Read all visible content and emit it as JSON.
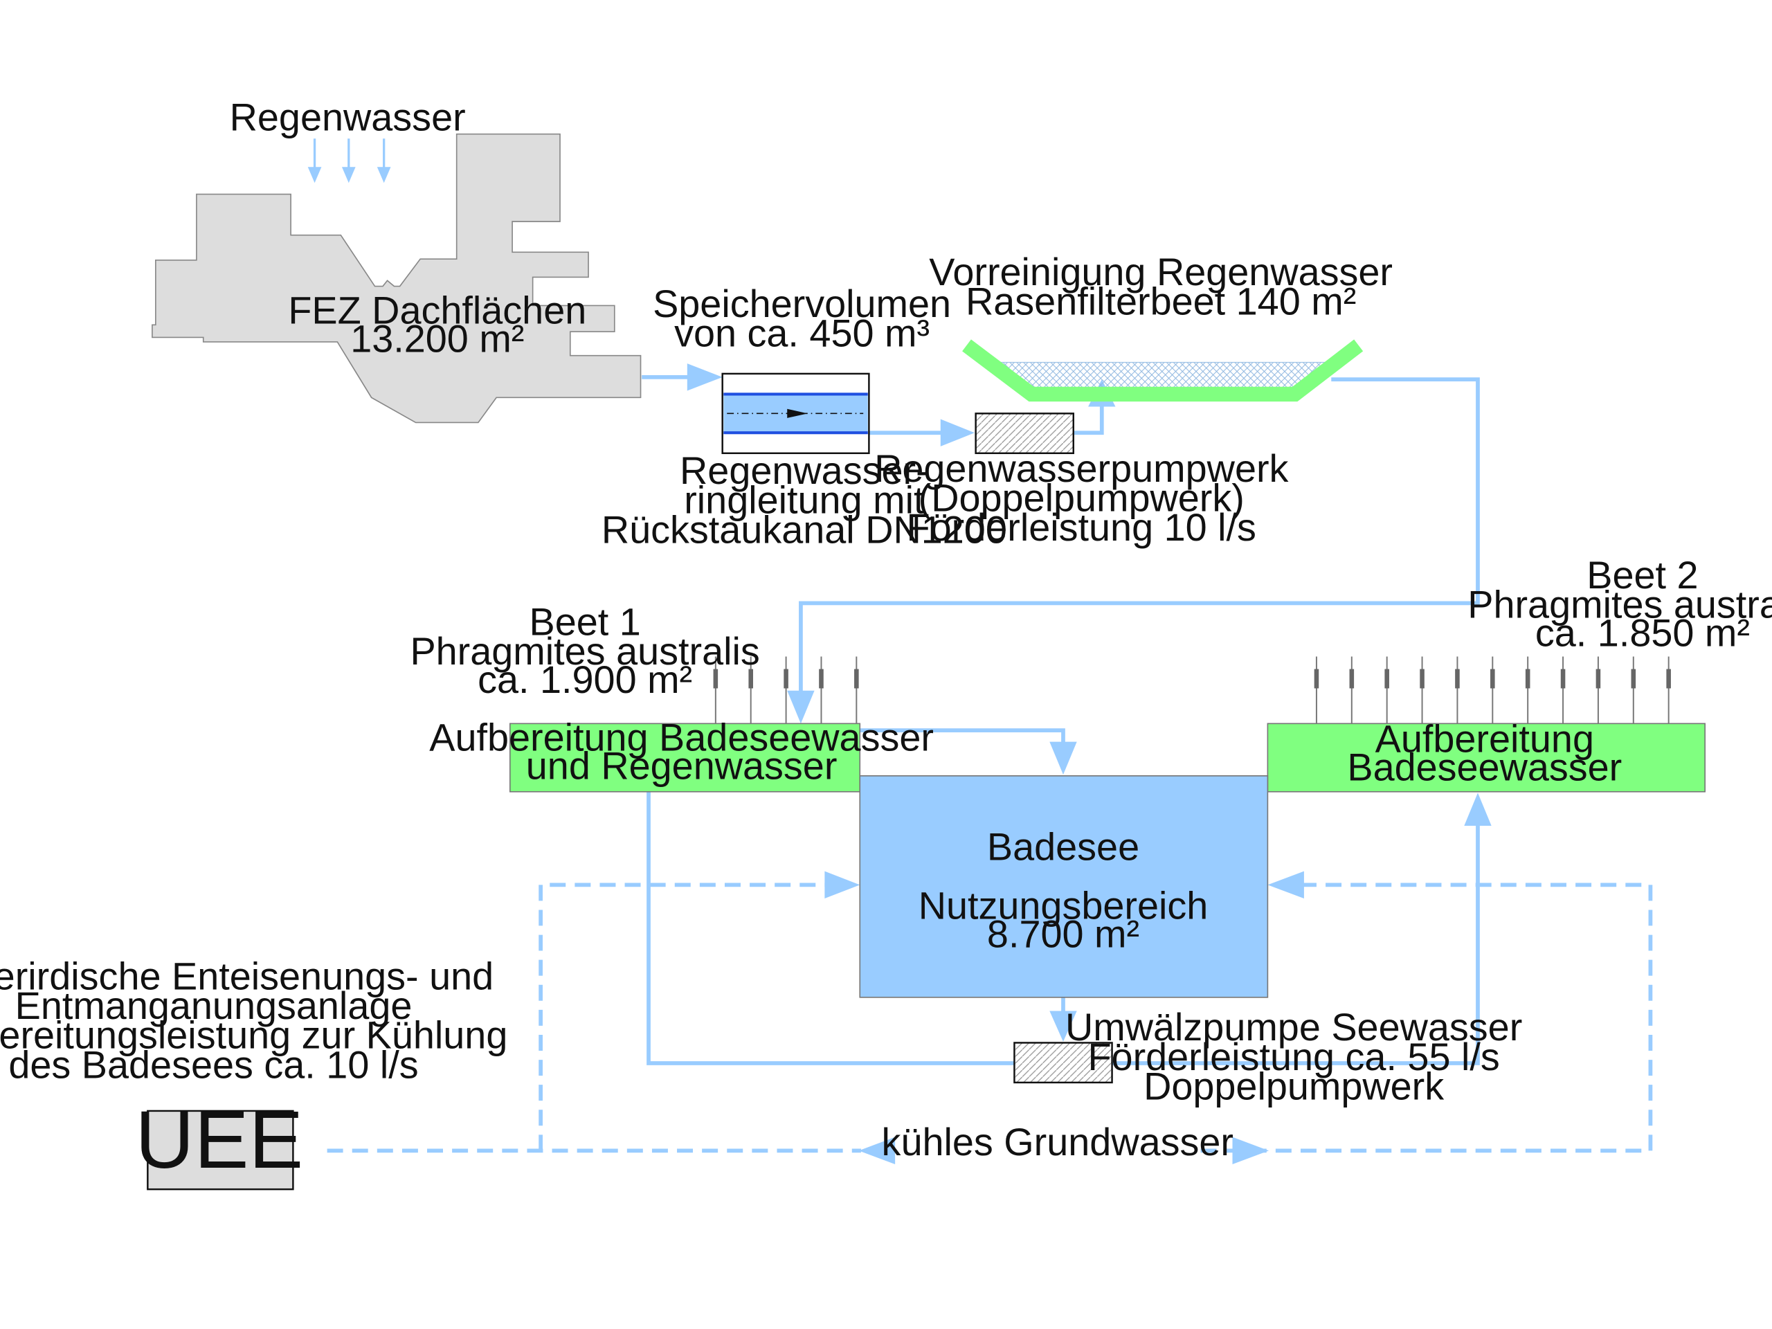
{
  "labels": {
    "regenwasser": "Regenwasser",
    "roof_line1": "FEZ Dachflächen",
    "roof_line2": "13.200 m²",
    "storage_line1": "Speichervolumen",
    "storage_line2": "von ca. 450 m³",
    "pipe_line1": "Regenwasser-",
    "pipe_line2": "ringleitung mit",
    "pipe_line3": "Rückstaukanal DN1200",
    "prefilter_line1": "Vorreinigung Regenwasser",
    "prefilter_line2": "Rasenfilterbeet 140 m²",
    "pump1_line1": "Regenwasserpumpwerk",
    "pump1_line2": "(Doppelpumpwerk)",
    "pump1_line3": "Förderleistung 10 l/s",
    "bed1_line1": "Beet 1",
    "bed1_line2": "Phragmites australis",
    "bed1_line3": "ca. 1.900 m²",
    "bed2_line1": "Beet 2",
    "bed2_line2": "Phragmites australis",
    "bed2_line3": "ca. 1.850 m²",
    "treat1_line1": "Aufbereitung Badeseewasser",
    "treat1_line2": "und Regenwasser",
    "treat2_line1": "Aufbereitung",
    "treat2_line2": "Badeseewasser",
    "lake_line1": "Badesee",
    "lake_line2": "Nutzungsbereich",
    "lake_line3": "8.700 m²",
    "pump2_line1": "Umwälzpumpe Seewasser",
    "pump2_line2": "Förderleistung ca. 55 l/s",
    "pump2_line3": "Doppelpumpwerk",
    "uee_line1": "Unterirdische Enteisenungs- und",
    "uee_line2": "Entmanganungsanlage",
    "uee_line3": "Aufbereitungsleistung zur Kühlung",
    "uee_line4": "des Badesees ca. 10 l/s",
    "uee_box": "UEE",
    "groundwater": "kühles Grundwasser"
  },
  "colors": {
    "flow": "#99ccff",
    "lake": "#99ccff",
    "treatment": "#80ff80",
    "roof": "#dddddd",
    "pipe_line": "#1f4fe0",
    "reed": "#777777"
  }
}
